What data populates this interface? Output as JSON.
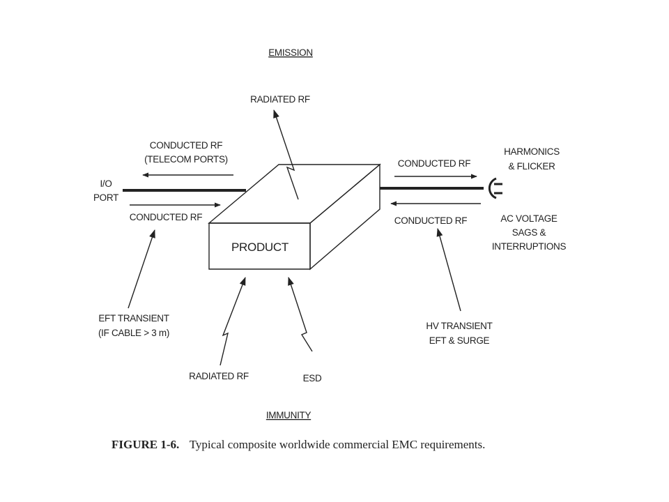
{
  "labels": {
    "emission": "EMISSION",
    "immunity": "IMMUNITY",
    "radiated_rf_top": "RADIATED RF",
    "conducted_rf_telecom_l1": "CONDUCTED RF",
    "conducted_rf_telecom_l2": "(TELECOM PORTS)",
    "io_port_l1": "I/O",
    "io_port_l2": "PORT",
    "conducted_rf_io_in": "CONDUCTED RF",
    "conducted_rf_ac_out": "CONDUCTED RF",
    "conducted_rf_ac_in": "CONDUCTED RF",
    "harmonics_l1": "HARMONICS",
    "harmonics_l2": "& FLICKER",
    "ac_voltage_l1": "AC VOLTAGE",
    "ac_voltage_l2": "SAGS &",
    "ac_voltage_l3": "INTERRUPTIONS",
    "product": "PRODUCT",
    "eft_transient_l1": "EFT TRANSIENT",
    "eft_transient_l2": "(IF CABLE > 3 m)",
    "radiated_rf_bottom": "RADIATED RF",
    "esd": "ESD",
    "hv_transient_l1": "HV TRANSIENT",
    "hv_transient_l2": "EFT & SURGE"
  },
  "caption": {
    "figure": "FIGURE 1-6.",
    "text": "Typical composite worldwide commercial EMC requirements."
  }
}
